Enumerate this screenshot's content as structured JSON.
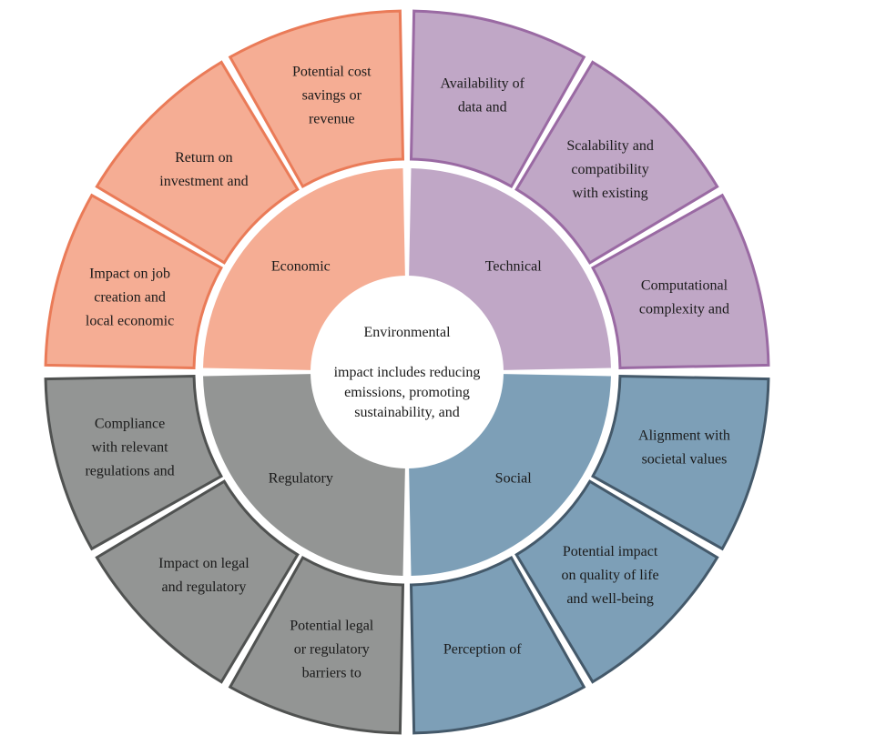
{
  "center": {
    "lines": [
      "Environmental",
      "",
      "impact includes reducing",
      "emissions, promoting",
      "sustainability, and"
    ]
  },
  "quadrants": [
    {
      "key": "economic",
      "label": "Economic",
      "fill": "#f5ad94",
      "stroke": "#ea7b58",
      "outer": [
        {
          "key": "impact-on-job-creation",
          "lines": [
            "Impact on job",
            "creation and",
            "local economic"
          ]
        },
        {
          "key": "return-on-investment",
          "lines": [
            "Return on",
            "investment and"
          ]
        },
        {
          "key": "potential-cost-savings",
          "lines": [
            "Potential cost",
            "savings or",
            "revenue"
          ]
        }
      ]
    },
    {
      "key": "technical",
      "label": "Technical",
      "fill": "#c0a7c6",
      "stroke": "#9a6aa3",
      "outer": [
        {
          "key": "availability-of-data",
          "lines": [
            "Availability of",
            "data and"
          ]
        },
        {
          "key": "scalability-and-compatibility",
          "lines": [
            "Scalability and",
            "compatibility",
            "with existing"
          ]
        },
        {
          "key": "computational-complexity",
          "lines": [
            "Computational",
            "complexity and"
          ]
        }
      ]
    },
    {
      "key": "social",
      "label": "Social",
      "fill": "#7d9fb7",
      "stroke": "#44596a",
      "outer": [
        {
          "key": "alignment-with-societal-values",
          "lines": [
            "Alignment with",
            "societal values"
          ]
        },
        {
          "key": "potential-impact-on-quality-of-life",
          "lines": [
            "Potential impact",
            "on quality of life",
            "and well-being"
          ]
        },
        {
          "key": "perception-of",
          "lines": [
            "Perception of"
          ]
        }
      ]
    },
    {
      "key": "regulatory",
      "label": "Regulatory",
      "fill": "#939594",
      "stroke": "#505251",
      "outer": [
        {
          "key": "potential-legal-barriers",
          "lines": [
            "Potential legal",
            "or regulatory",
            "barriers to"
          ]
        },
        {
          "key": "impact-on-legal-and-regulatory",
          "lines": [
            "Impact on legal",
            "and regulatory"
          ]
        },
        {
          "key": "compliance-with-regulations",
          "lines": [
            "Compliance",
            "with relevant",
            "regulations and"
          ]
        }
      ]
    }
  ]
}
